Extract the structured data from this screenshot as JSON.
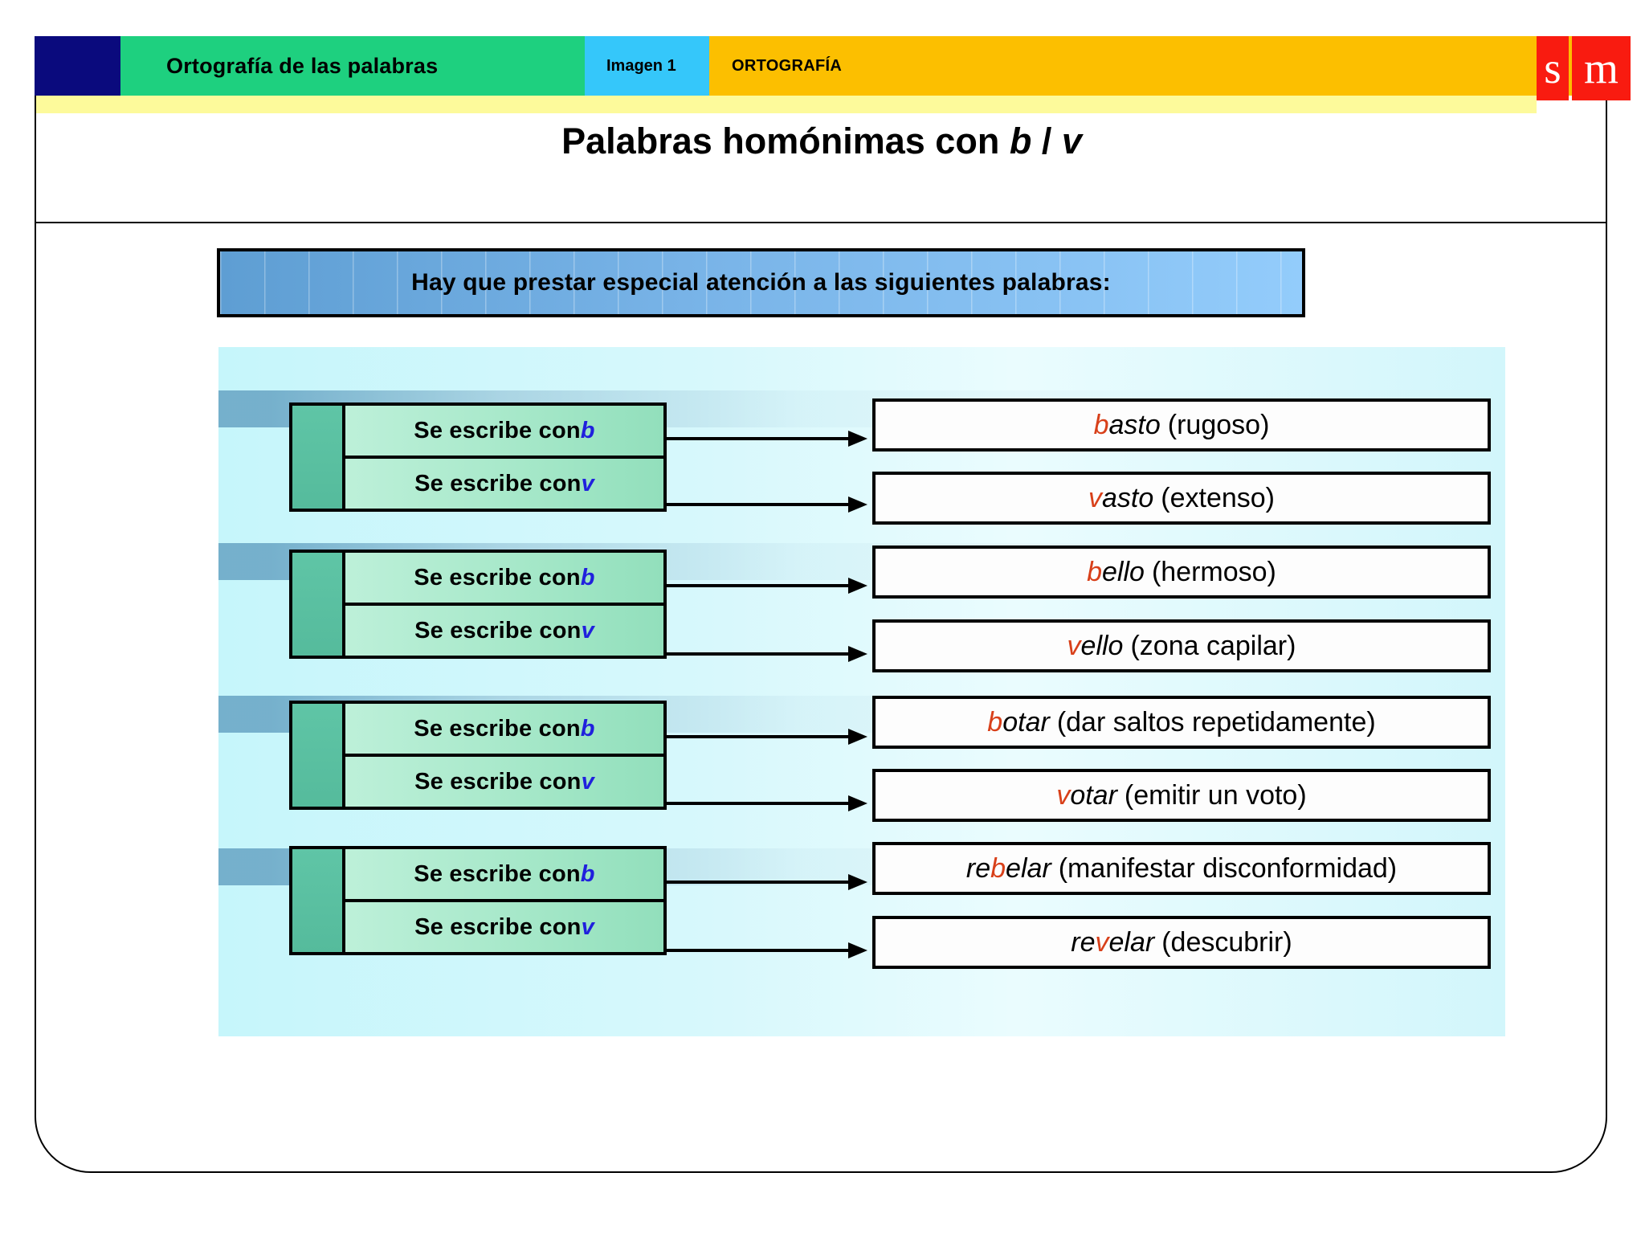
{
  "header": {
    "section_label": "Ortografía de las palabras",
    "image_label": "Imagen 1",
    "subject_label": "ORTOGRAFÍA",
    "logo_part1": "s",
    "logo_part2": "m",
    "colors": {
      "navy": "#0a0a7d",
      "green": "#1ed07f",
      "cyan": "#35c7fa",
      "amber": "#fcbf00",
      "logo_red": "#f91b10",
      "yellow_strip": "#fdfa9b"
    }
  },
  "slide": {
    "title_plain": "Palabras homónimas con ",
    "title_letter_b": "b",
    "title_separator": " / ",
    "title_letter_v": "v",
    "callout": "Hay que prestar especial atención a las siguientes palabras:"
  },
  "accent_colors": {
    "rule_letter": "#2020dd",
    "word_letter": "#d8401a",
    "panel_bg": "#d7f8fc",
    "group_tab": "#5fc5a6",
    "rule_row": "#a6e8c9"
  },
  "groups": [
    {
      "rows": [
        {
          "rule_prefix": "Se escribe con ",
          "rule_letter": "b",
          "word_pre": "",
          "word_hl": "b",
          "word_post": "asto",
          "gloss": "(rugoso)"
        },
        {
          "rule_prefix": "Se escribe con ",
          "rule_letter": "v",
          "word_pre": "",
          "word_hl": "v",
          "word_post": "asto",
          "gloss": "(extenso)"
        }
      ]
    },
    {
      "rows": [
        {
          "rule_prefix": "Se escribe con ",
          "rule_letter": "b",
          "word_pre": "",
          "word_hl": "b",
          "word_post": "ello",
          "gloss": "(hermoso)"
        },
        {
          "rule_prefix": "Se escribe con ",
          "rule_letter": "v",
          "word_pre": "",
          "word_hl": "v",
          "word_post": "ello",
          "gloss": "(zona capilar)"
        }
      ]
    },
    {
      "rows": [
        {
          "rule_prefix": "Se escribe con ",
          "rule_letter": "b",
          "word_pre": "",
          "word_hl": "b",
          "word_post": "otar",
          "gloss": "(dar saltos repetidamente)"
        },
        {
          "rule_prefix": "Se escribe con ",
          "rule_letter": "v",
          "word_pre": "",
          "word_hl": "v",
          "word_post": "otar",
          "gloss": "(emitir un voto)"
        }
      ]
    },
    {
      "rows": [
        {
          "rule_prefix": "Se escribe con ",
          "rule_letter": "b",
          "word_pre": "re",
          "word_hl": "b",
          "word_post": "elar",
          "gloss": "(manifestar disconformidad)"
        },
        {
          "rule_prefix": "Se escribe con ",
          "rule_letter": "v",
          "word_pre": "re",
          "word_hl": "v",
          "word_post": "elar",
          "gloss": "(descubrir)"
        }
      ]
    }
  ]
}
